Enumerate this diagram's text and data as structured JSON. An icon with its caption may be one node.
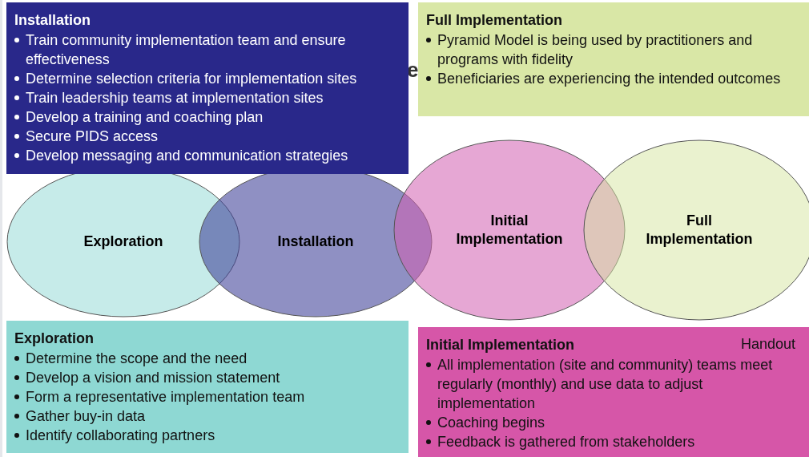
{
  "diagram": {
    "nodes": [
      {
        "text": [
          "Installation",
          "Train community implementation team and ensure effectiveness",
          "Determine selection criteria for implementation sites",
          "Train leadership teams at implementation sites",
          "Develop a training and coaching plan",
          "Secure PIDS access",
          "Develop messaging and communication strategies"
        ]
      },
      {
        "text": [
          "Full Implementation",
          "Pyramid Model is being used by practitioners and programs with fidelity",
          "Beneficiaries are experiencing the intended outcomes"
        ]
      },
      {
        "text": [
          "Exploration"
        ]
      },
      {
        "text": [
          "Installation"
        ]
      },
      {
        "text": [
          "Initial Implementation"
        ]
      },
      {
        "text": [
          "Full Implementation"
        ]
      },
      {
        "text": [
          "Exploration",
          "Determine the scope and the need",
          "Develop a vision and mission statement",
          "Form a representative implementation team",
          "Gather buy-in data",
          "Identify collaborating partners"
        ]
      },
      {
        "text": [
          "Initial Implementation",
          "All implementation (site and community) teams meet regularly (monthly) and use data to adjust implementation",
          "Coaching begins",
          "Feedback is gathered from stakeholders"
        ]
      }
    ],
    "labels": [
      "e",
      "Handout"
    ]
  }
}
